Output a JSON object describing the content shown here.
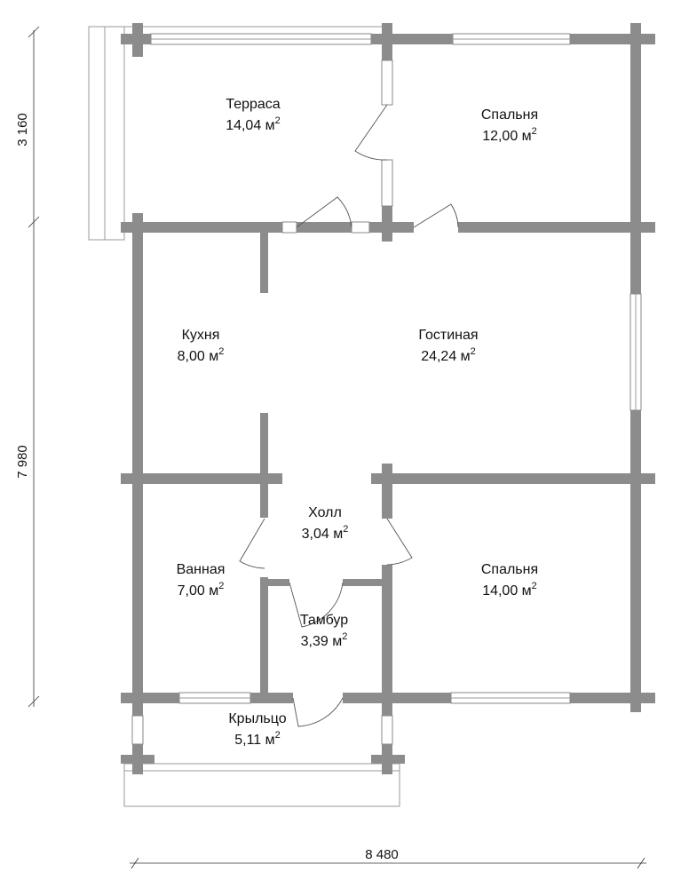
{
  "rooms": {
    "terrace": {
      "name": "Терраса",
      "area": "14,04 м",
      "sup": "2"
    },
    "bedroom1": {
      "name": "Спальня",
      "area": "12,00 м",
      "sup": "2"
    },
    "kitchen": {
      "name": "Кухня",
      "area": "8,00 м",
      "sup": "2"
    },
    "living": {
      "name": "Гостиная",
      "area": "24,24 м",
      "sup": "2"
    },
    "hall": {
      "name": "Холл",
      "area": "3,04 м",
      "sup": "2"
    },
    "bath": {
      "name": "Ванная",
      "area": "7,00 м",
      "sup": "2"
    },
    "bedroom2": {
      "name": "Спальня",
      "area": "14,00 м",
      "sup": "2"
    },
    "vestibule": {
      "name": "Тамбур",
      "area": "3,39 м",
      "sup": "2"
    },
    "porch": {
      "name": "Крыльцо",
      "area": "5,11 м",
      "sup": "2"
    }
  },
  "dimensions": {
    "top_height": "3 160",
    "main_height": "7 980",
    "width": "8 480"
  },
  "colors": {
    "wall": "#8c8c8c",
    "line": "#9a9a9a",
    "text": "#111111"
  }
}
